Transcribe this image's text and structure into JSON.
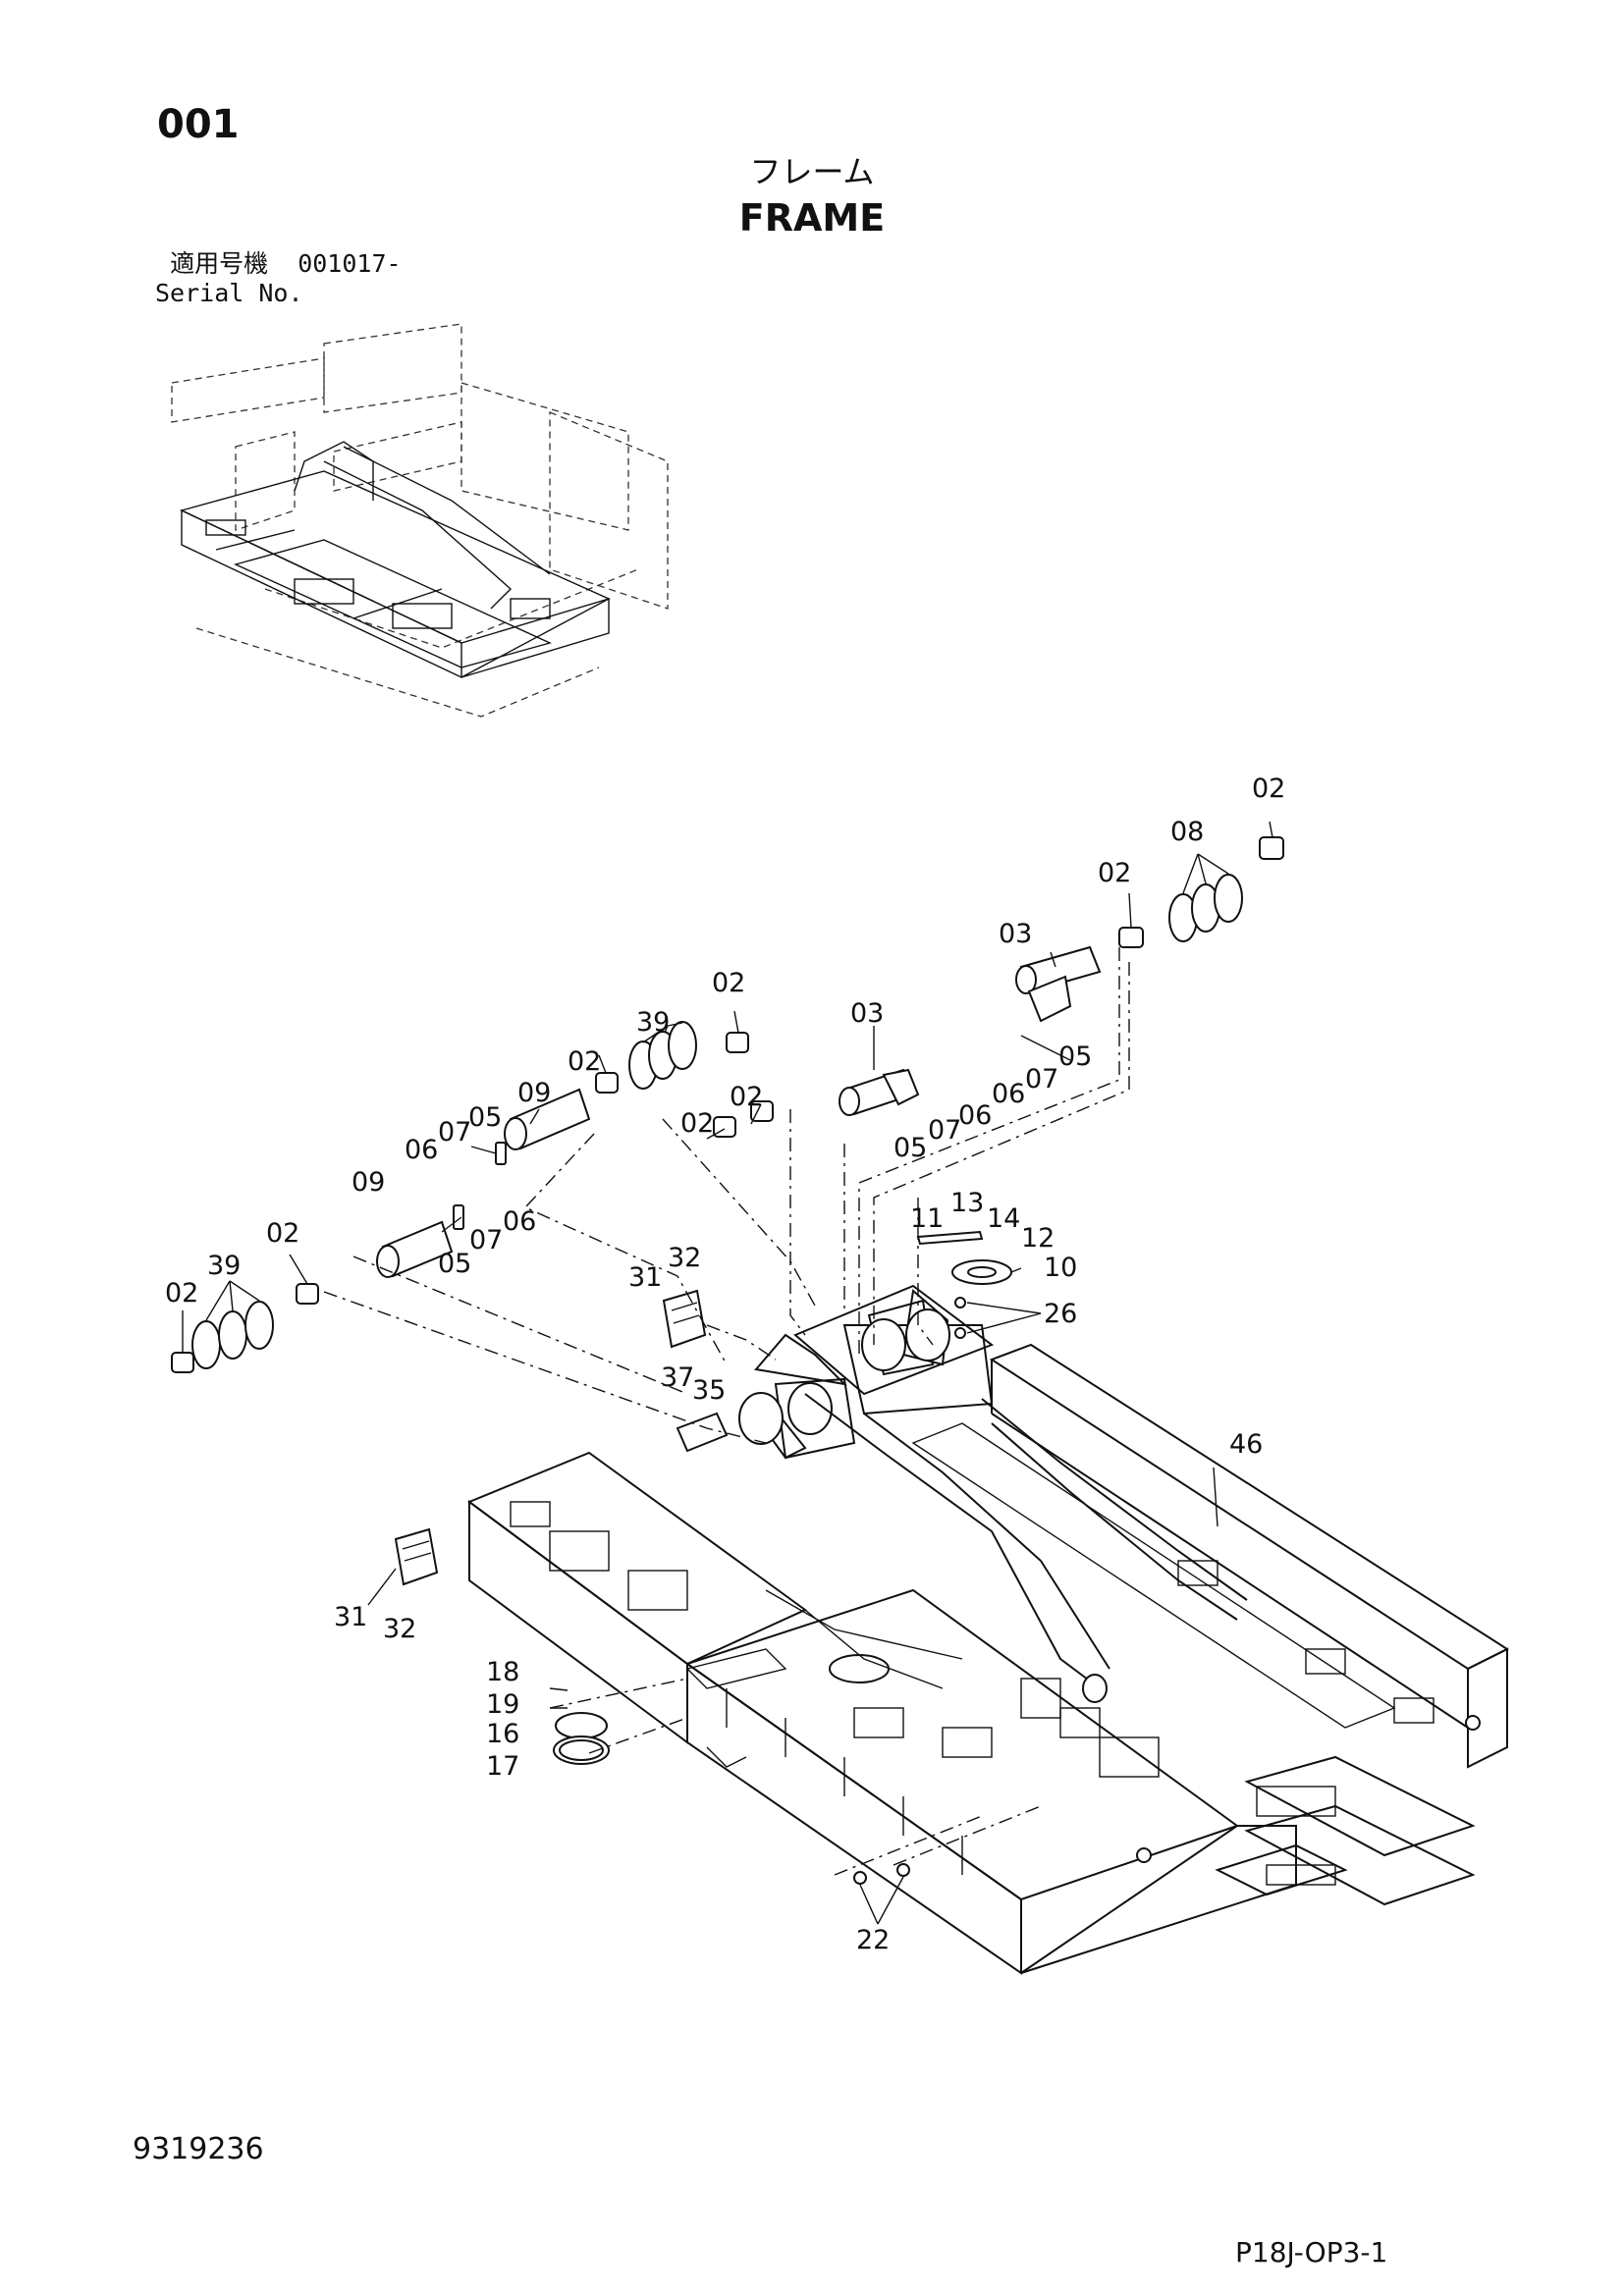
{
  "page_number": "001",
  "title_jp": "フレーム",
  "title_en": "FRAME",
  "serial": {
    "label_jp": "適用号機",
    "value": "001017-",
    "label_en": "Serial No."
  },
  "callouts": [
    {
      "id": "c-02-a",
      "text": "02"
    },
    {
      "id": "c-08",
      "text": "08"
    },
    {
      "id": "c-02-b",
      "text": "02"
    },
    {
      "id": "c-03-a",
      "text": "03"
    },
    {
      "id": "c-05-a",
      "text": "05"
    },
    {
      "id": "c-07-a",
      "text": "07"
    },
    {
      "id": "c-06-a",
      "text": "06"
    },
    {
      "id": "c-03-b",
      "text": "03"
    },
    {
      "id": "c-06-b",
      "text": "06"
    },
    {
      "id": "c-07-b",
      "text": "07"
    },
    {
      "id": "c-05-b",
      "text": "05"
    },
    {
      "id": "c-02-c",
      "text": "02"
    },
    {
      "id": "c-39-a",
      "text": "39"
    },
    {
      "id": "c-02-d",
      "text": "02"
    },
    {
      "id": "c-02-e",
      "text": "02"
    },
    {
      "id": "c-02-f",
      "text": "02"
    },
    {
      "id": "c-09-a",
      "text": "09"
    },
    {
      "id": "c-07-c",
      "text": "07"
    },
    {
      "id": "c-05-c",
      "text": "05"
    },
    {
      "id": "c-06-c",
      "text": "06"
    },
    {
      "id": "c-09-b",
      "text": "09"
    },
    {
      "id": "c-06-d",
      "text": "06"
    },
    {
      "id": "c-07-d",
      "text": "07"
    },
    {
      "id": "c-05-d",
      "text": "05"
    },
    {
      "id": "c-02-g",
      "text": "02"
    },
    {
      "id": "c-39-b",
      "text": "39"
    },
    {
      "id": "c-02-h",
      "text": "02"
    },
    {
      "id": "c-11",
      "text": "11"
    },
    {
      "id": "c-13",
      "text": "13"
    },
    {
      "id": "c-14",
      "text": "14"
    },
    {
      "id": "c-12",
      "text": "12"
    },
    {
      "id": "c-10",
      "text": "10"
    },
    {
      "id": "c-26",
      "text": "26"
    },
    {
      "id": "c-31-a",
      "text": "31"
    },
    {
      "id": "c-32-a",
      "text": "32"
    },
    {
      "id": "c-37",
      "text": "37"
    },
    {
      "id": "c-35",
      "text": "35"
    },
    {
      "id": "c-46",
      "text": "46"
    },
    {
      "id": "c-31-b",
      "text": "31"
    },
    {
      "id": "c-32-b",
      "text": "32"
    },
    {
      "id": "c-18",
      "text": "18"
    },
    {
      "id": "c-19",
      "text": "19"
    },
    {
      "id": "c-16",
      "text": "16"
    },
    {
      "id": "c-17",
      "text": "17"
    },
    {
      "id": "c-22",
      "text": "22"
    }
  ],
  "document_id": "9319236",
  "page_code": "P18J-OP3-1"
}
